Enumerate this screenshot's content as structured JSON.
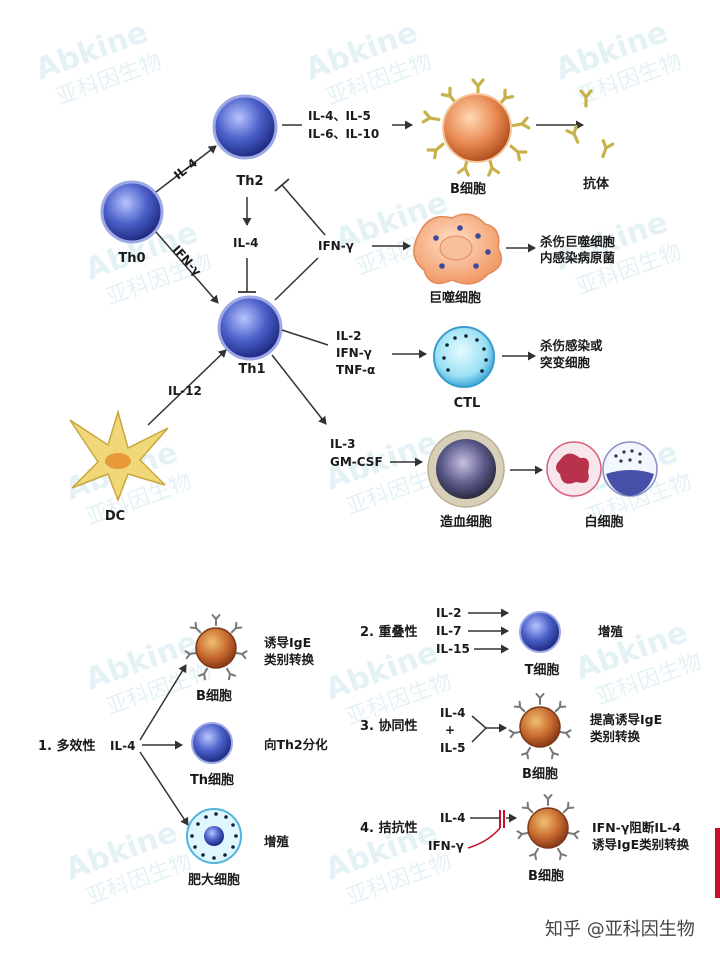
{
  "top": {
    "cells": {
      "th0": "Th0",
      "th2": "Th2",
      "th1": "Th1",
      "dc": "DC",
      "b": "B细胞",
      "macrophage": "巨噬细胞",
      "ctl": "CTL",
      "hematopoietic": "造血细胞",
      "wbc": "白细胞",
      "antibody": "抗体"
    },
    "cytokines": {
      "th0_th2": "IL-4",
      "th0_th1": "IFN-γ",
      "dc_th1": "IL-12",
      "th2_th1": "IL-4",
      "ifng": "IFN-γ",
      "th2_out_1": "IL-4、IL-5",
      "th2_out_2": "IL-6、IL-10",
      "th1_ctl_1": "IL-2",
      "th1_ctl_2": "IFN-γ",
      "th1_ctl_3": "TNF-α",
      "th1_hema_1": "IL-3",
      "th1_hema_2": "GM-CSF"
    },
    "effects": {
      "macrophage_1": "杀伤巨噬细胞",
      "macrophage_2": "内感染病原菌",
      "ctl_1": "杀伤感染或",
      "ctl_2": "突变细胞"
    }
  },
  "bottom": {
    "pleiotropy": {
      "title": "1. 多效性",
      "source": "IL-4",
      "b_cell": "B细胞",
      "b_effect_1": "诱导IgE",
      "b_effect_2": "类别转换",
      "th_cell": "Th细胞",
      "th_effect": "向Th2分化",
      "mast_cell": "肥大细胞",
      "mast_effect": "增殖"
    },
    "redundancy": {
      "title": "2. 重叠性",
      "inputs": [
        "IL-2",
        "IL-7",
        "IL-15"
      ],
      "cell": "T细胞",
      "effect": "增殖"
    },
    "synergy": {
      "title": "3. 协同性",
      "input_1": "IL-4",
      "plus": "+",
      "input_2": "IL-5",
      "cell": "B细胞",
      "effect_1": "提高诱导IgE",
      "effect_2": "类别转换"
    },
    "antagonism": {
      "title": "4. 拮抗性",
      "input_1": "IL-4",
      "input_2": "IFN-γ",
      "cell": "B细胞",
      "effect_1": "IFN-γ阻断IL-4",
      "effect_2": "诱导IgE类别转换"
    }
  },
  "watermark": {
    "logo": "Abkine",
    "text": "亚科因生物"
  },
  "footer": "知乎 @亚科因生物",
  "colors": {
    "th_cell": "#4a5fc8",
    "b_cell": "#e07a40",
    "antibody": "#c9b14a",
    "macrophage": "#f5a070",
    "ctl": "#6cc8e8",
    "hematopoietic": "#5a5a8a",
    "dc": "#f0d878",
    "wbc": "#d7607a",
    "watermark": "#cfe9ee",
    "accent_red": "#c8102e"
  }
}
